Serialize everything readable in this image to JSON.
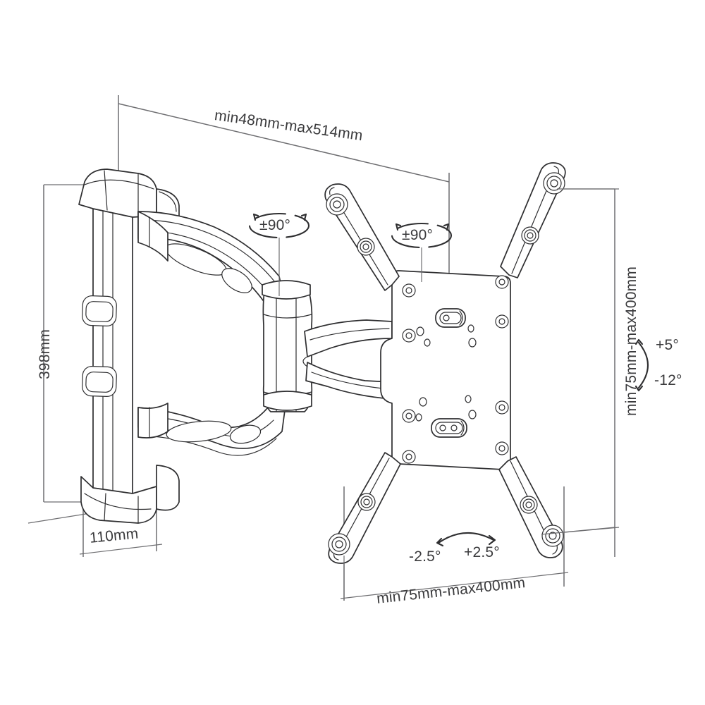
{
  "drawing": {
    "title": "TV wall mount full-motion bracket technical dimension drawing",
    "background_color": "#ffffff",
    "line_color": "#2e2e30",
    "text_color": "#3a3a3c"
  },
  "dimensions": {
    "extension": {
      "label": "min48mm-max514mm",
      "name": "arm-extension-range",
      "position": "top"
    },
    "height": {
      "label": "398mm",
      "name": "overall-height",
      "position": "left"
    },
    "depth": {
      "label": "110mm",
      "name": "wall-plate-depth",
      "position": "bottom-left"
    },
    "vesa_vertical": {
      "label": "min75mm-max400mm",
      "name": "vesa-vertical-range",
      "position": "right"
    },
    "vesa_horizontal": {
      "label": "min75mm-max400mm",
      "name": "vesa-horizontal-range",
      "position": "bottom"
    }
  },
  "angles": {
    "swivel_left": {
      "label": "±90°",
      "name": "swivel-angle-arm-joint"
    },
    "swivel_right": {
      "label": "±90°",
      "name": "swivel-angle-plate-joint"
    },
    "tilt_up": {
      "label": "+5°",
      "name": "tilt-up-angle"
    },
    "tilt_down": {
      "label": "-12°",
      "name": "tilt-down-angle"
    },
    "rotate_ccw": {
      "label": "-2.5°",
      "name": "rotation-ccw-angle"
    },
    "rotate_cw": {
      "label": "+2.5°",
      "name": "rotation-cw-angle"
    }
  }
}
